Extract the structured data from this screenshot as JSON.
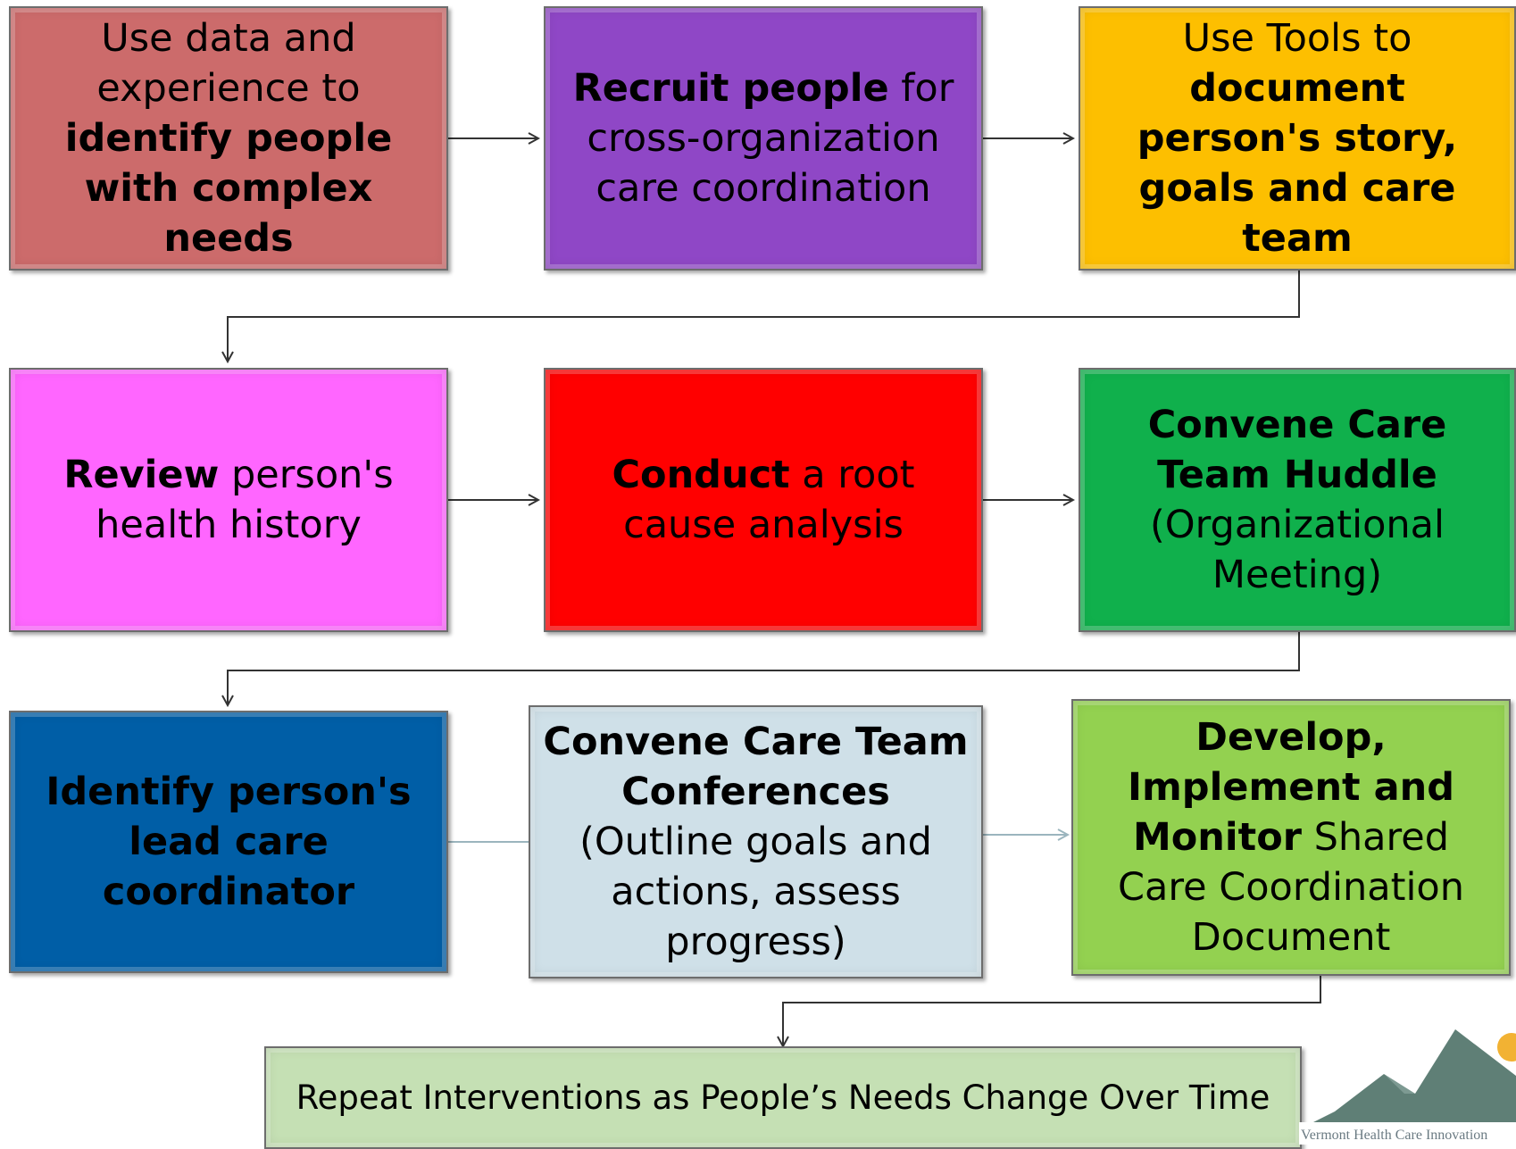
{
  "steps": [
    {
      "id": "identify-people",
      "color": "#cc6b6b",
      "parts": [
        {
          "t": "Use data and experience to ",
          "b": false
        },
        {
          "t": "identify people with complex needs",
          "b": true
        }
      ]
    },
    {
      "id": "recruit-people",
      "color": "#8f47c6",
      "parts": [
        {
          "t": "Recruit people",
          "b": true
        },
        {
          "t": " for cross-organization care coordination",
          "b": false
        }
      ]
    },
    {
      "id": "use-tools",
      "color": "#fdbf00",
      "parts": [
        {
          "t": "Use Tools to ",
          "b": false
        },
        {
          "t": "document person's story, goals and care team",
          "b": true
        }
      ]
    },
    {
      "id": "review-history",
      "color": "#ff66ff",
      "parts": [
        {
          "t": "Review",
          "b": true
        },
        {
          "t": " person's health history",
          "b": false
        }
      ]
    },
    {
      "id": "root-cause",
      "color": "#ff0000",
      "parts": [
        {
          "t": "Conduct",
          "b": true
        },
        {
          "t": " a root cause analysis",
          "b": false
        }
      ]
    },
    {
      "id": "team-huddle",
      "color": "#10b04c",
      "parts": [
        {
          "t": "Convene Care Team Huddle",
          "b": true
        },
        {
          "t": " (Organizational Meeting)",
          "b": false
        }
      ]
    },
    {
      "id": "lead-coordinator",
      "color": "#005ea6",
      "parts": [
        {
          "t": "Identify person's lead care coordinator",
          "b": true
        }
      ]
    },
    {
      "id": "team-conferences",
      "color": "#cfe0e8",
      "parts": [
        {
          "t": "Convene Care Team Conferences",
          "b": true
        },
        {
          "t": " (Outline goals and actions, assess progress)",
          "b": false
        }
      ]
    },
    {
      "id": "shared-document",
      "color": "#93d150",
      "parts": [
        {
          "t": "Develop, Implement and Monitor",
          "b": true
        },
        {
          "t": " Shared Care Coordination Document",
          "b": false
        }
      ]
    }
  ],
  "repeat": {
    "label": "Repeat Interventions as People’s Needs Change Over Time",
    "color": "#c5e0b4"
  },
  "logo": {
    "text": "Vermont Health Care Innovation",
    "mountain_color": "#5f7f76",
    "sun_color": "#f2b233"
  }
}
